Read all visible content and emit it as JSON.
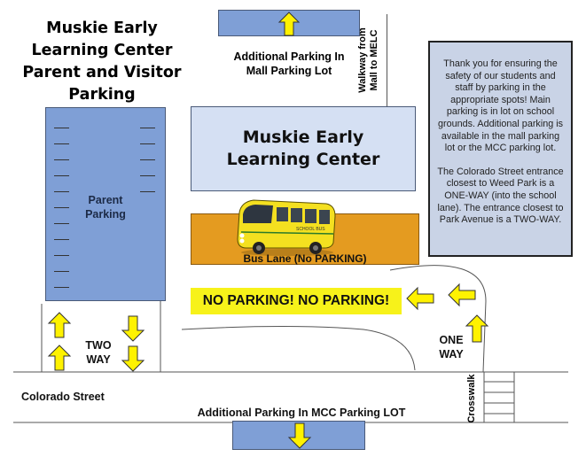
{
  "title": {
    "line1": "Muskie Early",
    "line2": "Learning Center",
    "line3": "Parent and Visitor",
    "line4": "Parking"
  },
  "mall_lot": {
    "label_line1": "Additional Parking In",
    "label_line2": "Mall Parking Lot"
  },
  "walkway": {
    "line1": "Walkway from",
    "line2": "Mall to MELC"
  },
  "info": {
    "paragraph1": "Thank you for ensuring the safety of our students and staff by parking in the appropriate spots! Main parking is in lot on school grounds.  Additional parking is available in the mall parking lot or the MCC parking lot.",
    "paragraph2": "The Colorado Street entrance closest to Weed Park is a ONE-WAY (into the school lane).  The entrance closest to Park Avenue is a TWO-WAY."
  },
  "parent_parking": {
    "line1": "Parent",
    "line2": "Parking"
  },
  "building": {
    "line1": "Muskie Early",
    "line2": "Learning Center"
  },
  "bus_lane": {
    "label": "Bus Lane (No PARKING)",
    "bus_text": "SCHOOL BUS"
  },
  "no_parking_banner": "NO PARKING! NO PARKING!",
  "two_way": {
    "line1": "TWO",
    "line2": "WAY"
  },
  "one_way": {
    "line1": "ONE",
    "line2": "WAY"
  },
  "street": "Colorado Street",
  "crosswalk": "Crosswalk",
  "mcc_lot": "Additional Parking In MCC Parking LOT",
  "colors": {
    "lot_blue": "#7f9fd6",
    "building_blue": "#d5e0f3",
    "bus_lane_orange": "#e49b20",
    "arrow_yellow": "#fff200",
    "banner_yellow": "#f7f21a",
    "info_bg": "#c9d3e6"
  }
}
